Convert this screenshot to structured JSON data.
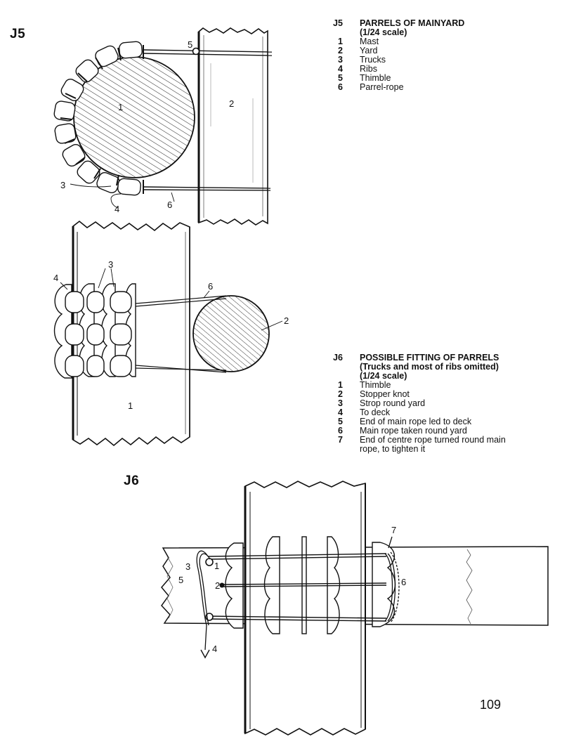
{
  "figures": {
    "j5": {
      "id": "J5",
      "title_line1": "PARRELS OF MAINYARD",
      "title_line2": "(1/24 scale)",
      "items": [
        {
          "num": "1",
          "label": "Mast"
        },
        {
          "num": "2",
          "label": "Yard"
        },
        {
          "num": "3",
          "label": "Trucks"
        },
        {
          "num": "4",
          "label": "Ribs"
        },
        {
          "num": "5",
          "label": "Thimble"
        },
        {
          "num": "6",
          "label": "Parrel-rope"
        }
      ]
    },
    "j6": {
      "id": "J6",
      "title_line1": "POSSIBLE FITTING OF PARRELS",
      "title_line2": "(Trucks and most of ribs omitted)",
      "title_line3": "(1/24 scale)",
      "items": [
        {
          "num": "1",
          "label": "Thimble"
        },
        {
          "num": "2",
          "label": "Stopper knot"
        },
        {
          "num": "3",
          "label": "Strop round yard"
        },
        {
          "num": "4",
          "label": "To deck"
        },
        {
          "num": "5",
          "label": "End of main rope led to deck"
        },
        {
          "num": "6",
          "label": "Main rope taken round yard"
        },
        {
          "num": "7",
          "label": "End of centre rope turned round main",
          "label2": "rope, to tighten it"
        }
      ]
    }
  },
  "diagram_labels": {
    "top": {
      "n1": "1",
      "n2": "2",
      "n3": "3",
      "n4": "4",
      "n5": "5",
      "n6": "6"
    },
    "middle": {
      "n1": "1",
      "n2": "2",
      "n3": "3",
      "n4": "4",
      "n6": "6"
    },
    "bottom": {
      "n1": "1",
      "n2": "2",
      "n3": "3",
      "n4": "4",
      "n5": "5",
      "n6": "6",
      "n7": "7"
    }
  },
  "page_number": "109"
}
